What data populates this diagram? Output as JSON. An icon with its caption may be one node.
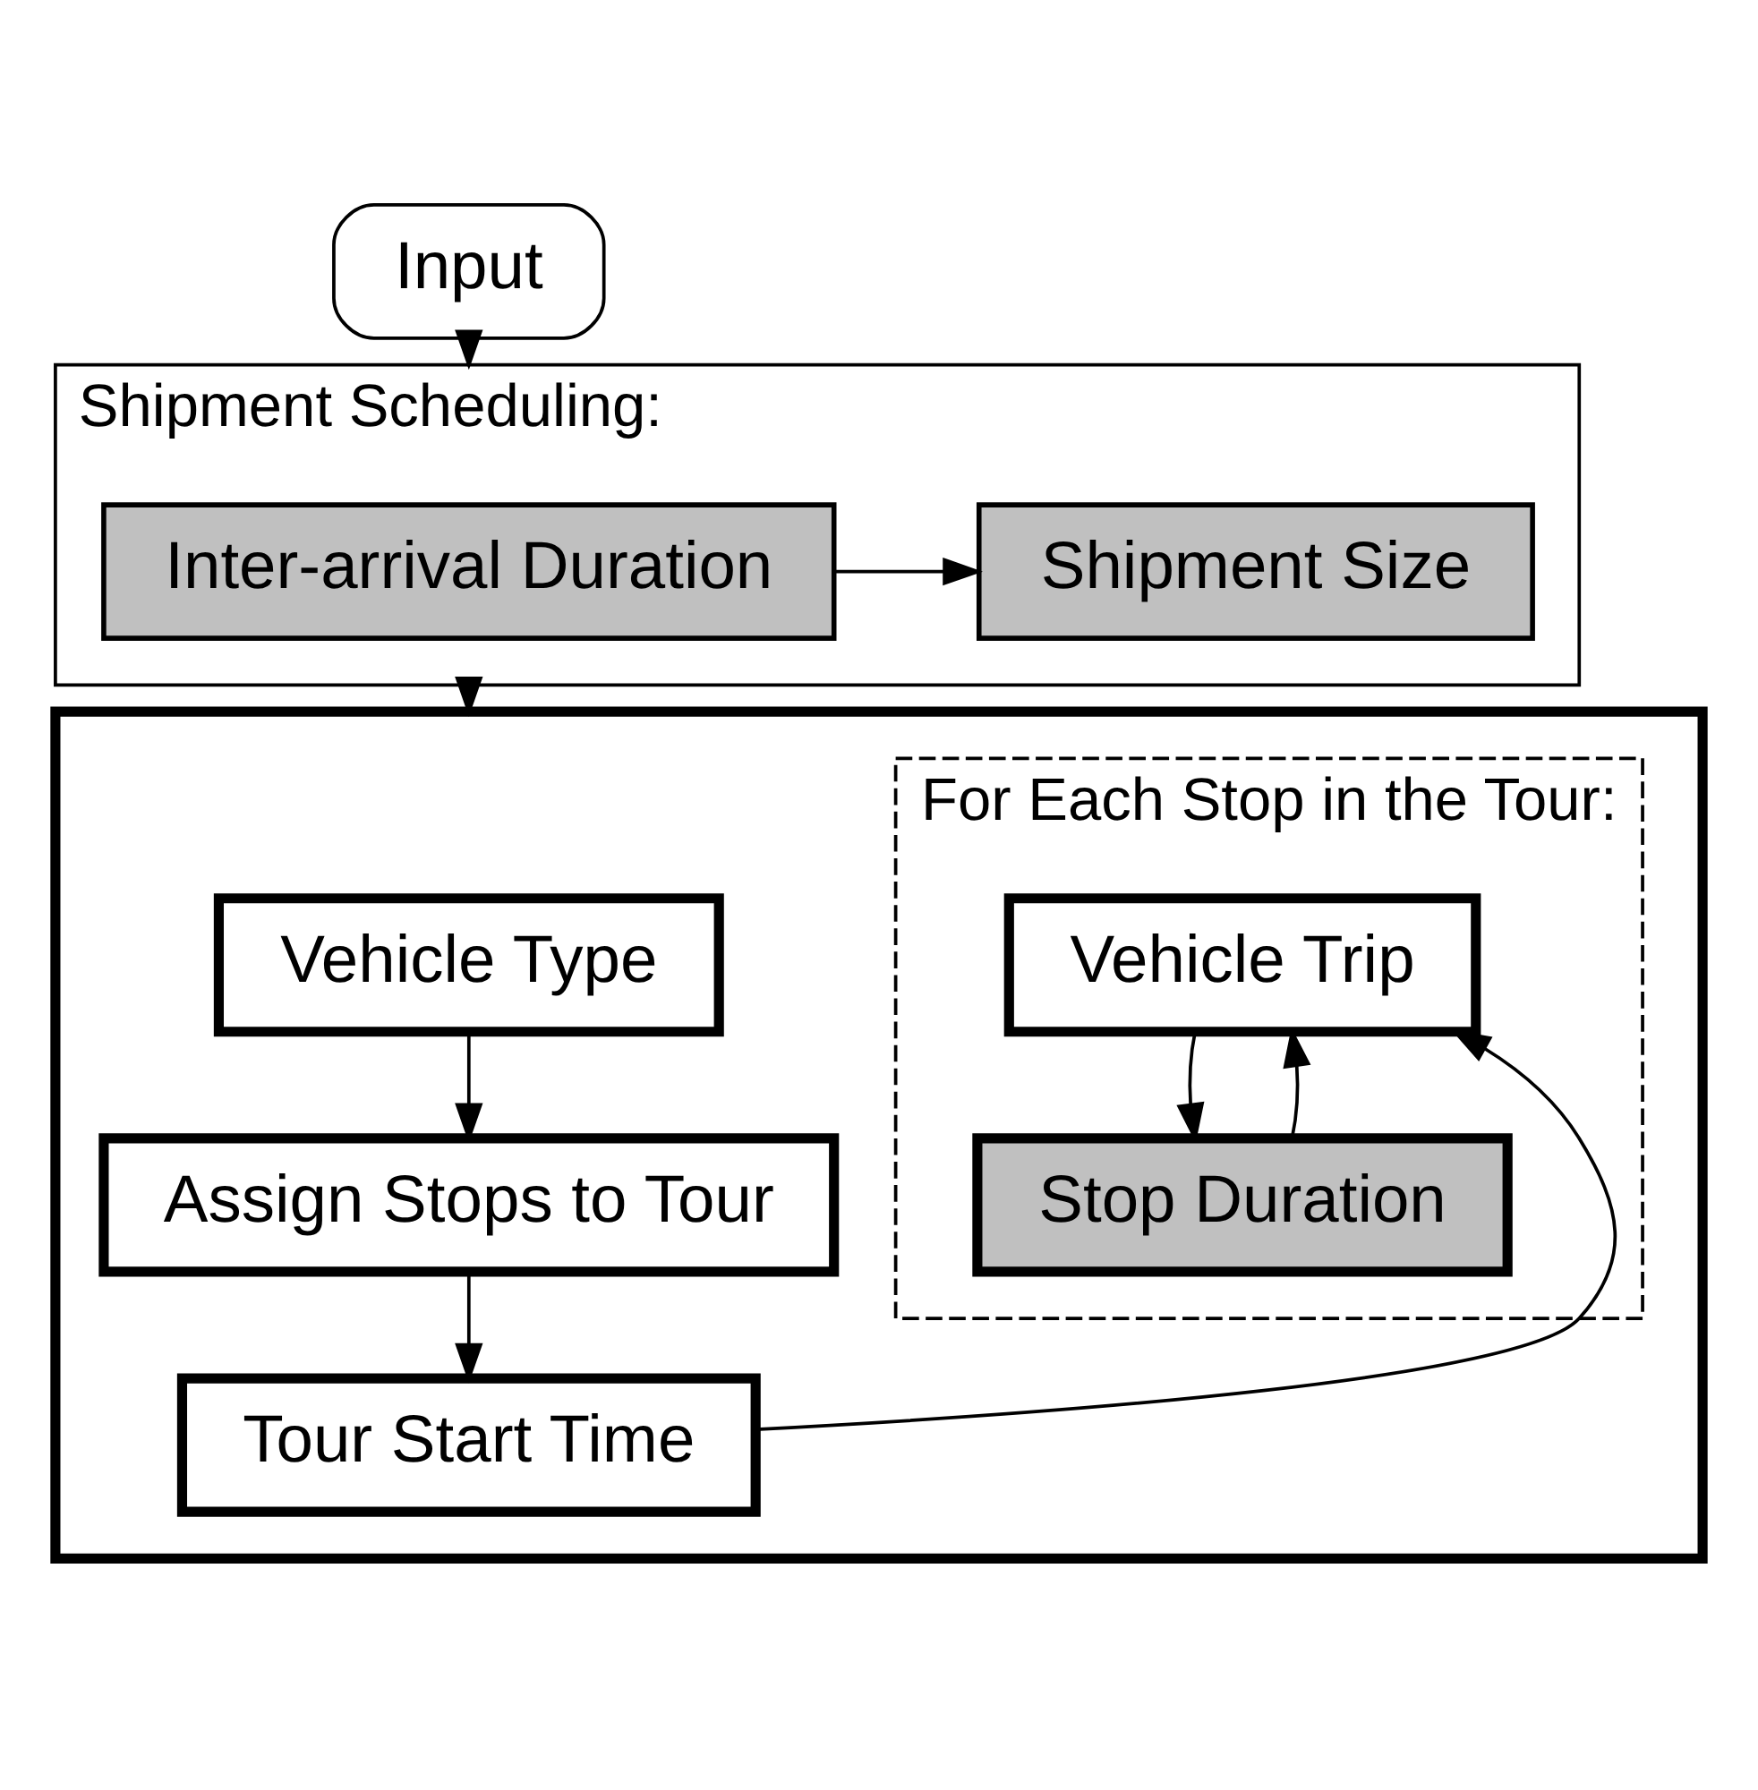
{
  "diagram": {
    "nodes": [
      {
        "text": [
          "Input"
        ]
      },
      {
        "text": [
          "Shipment Scheduling:"
        ]
      },
      {
        "text": [
          "Inter-arrival Duration"
        ],
        "in": 1
      },
      {
        "text": [
          "Shipment Size"
        ],
        "in": 1
      },
      {
        "text": [],
        "shape": "box"
      },
      {
        "text": [
          "Vehicle Type"
        ],
        "in": 4
      },
      {
        "text": [
          "Assign Stops to Tour"
        ],
        "in": 4
      },
      {
        "text": [
          "Tour Start Time"
        ],
        "in": 4
      },
      {
        "text": [
          "For Each Stop in the Tour:"
        ],
        "in": 4
      },
      {
        "text": [
          "Vehicle Trip"
        ],
        "in": 8
      },
      {
        "text": [
          "Stop Duration"
        ],
        "in": 8
      }
    ],
    "edges": [
      {
        "from": 0,
        "to": 1,
        "arrow": "to"
      },
      {
        "from": 2,
        "to": 3,
        "arrow": "to"
      },
      {
        "from": 1,
        "to": 4,
        "arrow": "to"
      },
      {
        "from": 5,
        "to": 6,
        "arrow": "to"
      },
      {
        "from": 6,
        "to": 7,
        "arrow": "to"
      },
      {
        "from": 7,
        "to": 9,
        "arrow": "to"
      },
      {
        "from": 9,
        "to": 10,
        "arrow": "to"
      },
      {
        "from": 10,
        "to": 9,
        "arrow": "to"
      }
    ]
  }
}
